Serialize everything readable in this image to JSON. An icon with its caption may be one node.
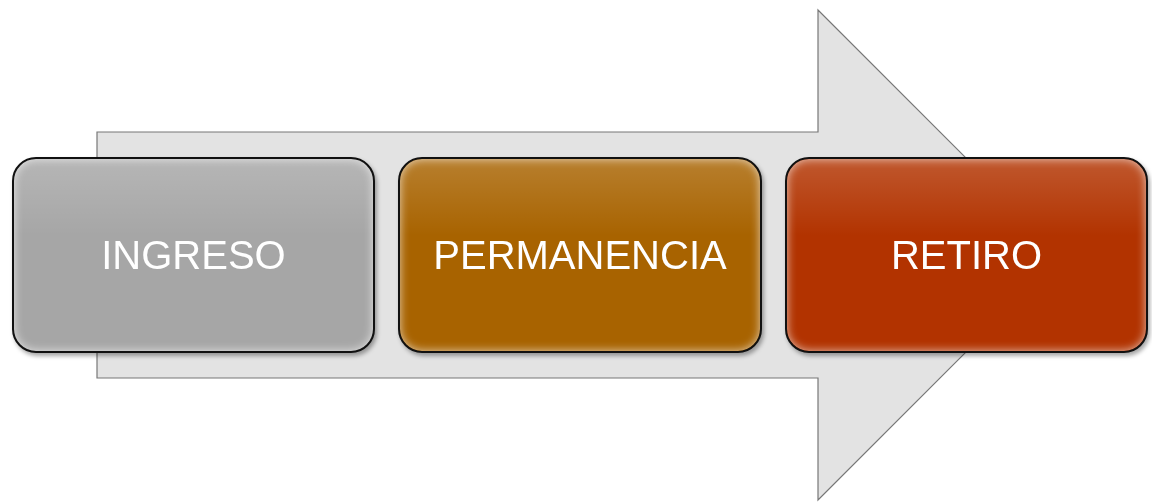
{
  "diagram": {
    "nodes": [
      {
        "text": [
          "INGRESO"
        ]
      },
      {
        "text": [
          "PERMANENCIA"
        ]
      },
      {
        "text": [
          "RETIRO"
        ]
      }
    ],
    "edges": [
      {
        "from": 0,
        "to": 2,
        "arrow": "to"
      }
    ]
  }
}
